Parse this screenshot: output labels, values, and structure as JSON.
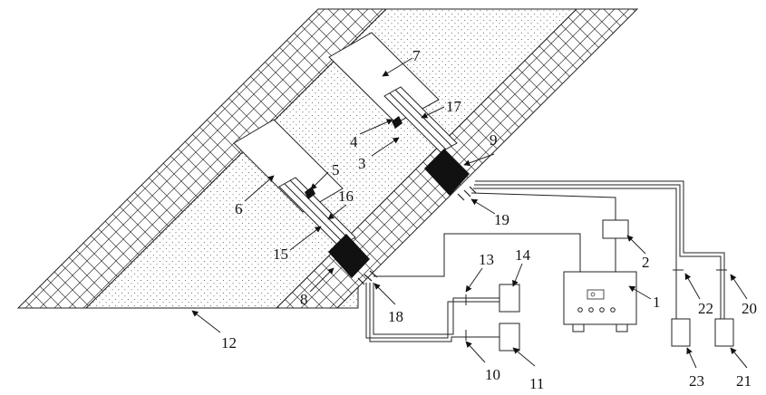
{
  "labels": {
    "l1": "1",
    "l2": "2",
    "l3": "3",
    "l4": "4",
    "l5": "5",
    "l6": "6",
    "l7": "7",
    "l8": "8",
    "l9": "9",
    "l10": "10",
    "l11": "11",
    "l12": "12",
    "l13": "13",
    "l14": "14",
    "l15": "15",
    "l16": "16",
    "l17": "17",
    "l18": "18",
    "l19": "19",
    "l20": "20",
    "l21": "21",
    "l22": "22",
    "l23": "23"
  },
  "colors": {
    "line": "#222222",
    "block": "#111111",
    "background": "#ffffff"
  }
}
